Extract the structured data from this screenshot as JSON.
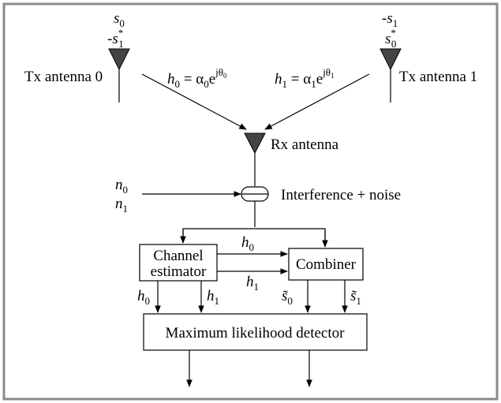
{
  "tx0": {
    "sym_top": "s",
    "sym_top_sub": "0",
    "sym_bot_prefix": "-",
    "sym_bot": "s",
    "sym_bot_sub": "1",
    "sym_bot_sup": "*",
    "label": "Tx antenna 0"
  },
  "tx1": {
    "sym_top_prefix": "-",
    "sym_top": "s",
    "sym_top_sub": "1",
    "sym_bot": "s",
    "sym_bot_sub": "0",
    "sym_bot_sup": "*",
    "label": "Tx antenna 1"
  },
  "channel0": {
    "h": "h",
    "h_sub": "0",
    "eq": " = ",
    "alpha": "α",
    "alpha_sub": "0",
    "e": "e",
    "exp": "jθ",
    "exp_sub": "0"
  },
  "channel1": {
    "h": "h",
    "h_sub": "1",
    "eq": " = ",
    "alpha": "α",
    "alpha_sub": "1",
    "e": "e",
    "exp": "jθ",
    "exp_sub": "1"
  },
  "rx": {
    "label": "Rx antenna"
  },
  "noise": {
    "n0": "n",
    "n0_sub": "0",
    "n1": "n",
    "n1_sub": "1",
    "label": "Interference + noise"
  },
  "blocks": {
    "estimator_line1": "Channel",
    "estimator_line2": "estimator",
    "combiner": "Combiner",
    "detector": "Maximum likelihood detector"
  },
  "links": {
    "h0_top": "h",
    "h0_top_sub": "0",
    "h1_mid": "h",
    "h1_mid_sub": "1",
    "h0_left": "h",
    "h0_left_sub": "0",
    "h1_left": "h",
    "h1_left_sub": "1",
    "s0_tilde": "s̃",
    "s0_tilde_sub": "0",
    "s1_tilde": "s̃",
    "s1_tilde_sub": "1"
  }
}
